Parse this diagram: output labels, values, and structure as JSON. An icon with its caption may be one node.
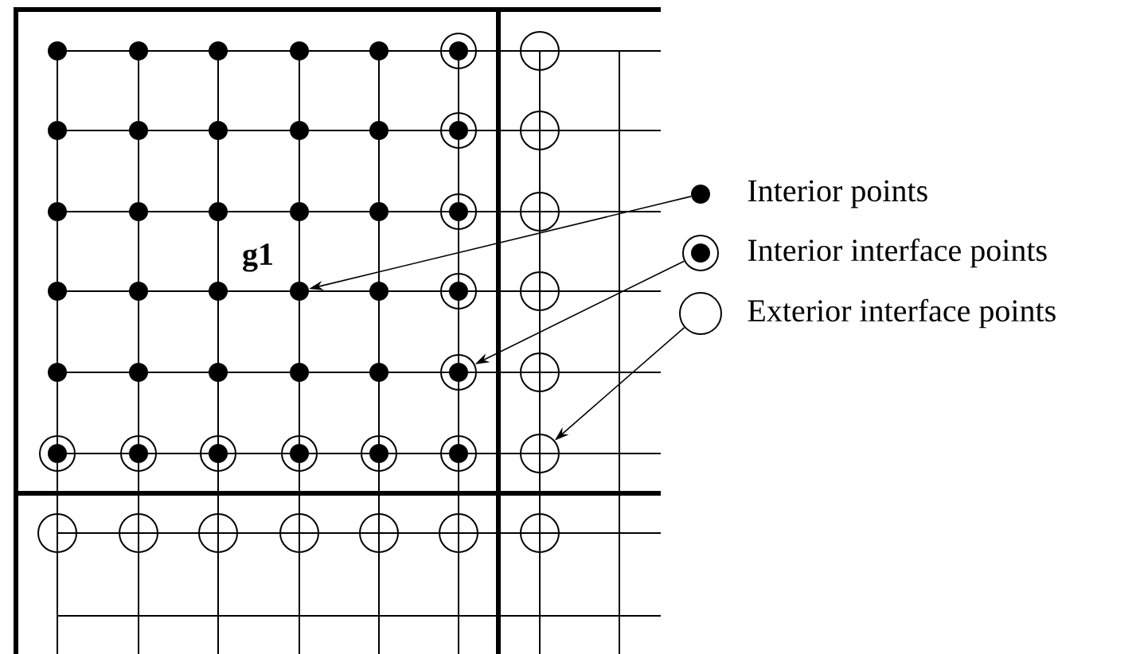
{
  "diagram": {
    "nodes": [
      {
        "text": [],
        "shape": "circle"
      },
      {
        "text": [],
        "shape": "circle"
      },
      {
        "text": [],
        "shape": "circle"
      },
      {
        "text": [],
        "shape": "circle"
      },
      {
        "text": [],
        "shape": "circle"
      },
      {
        "text": [],
        "shape": "circle"
      },
      {
        "text": [],
        "shape": "circle"
      },
      {
        "text": [],
        "shape": "circle"
      },
      {
        "text": [],
        "shape": "circle"
      },
      {
        "text": [],
        "shape": "circle"
      },
      {
        "text": [],
        "shape": "circle"
      },
      {
        "text": [],
        "shape": "circle"
      },
      {
        "text": [],
        "shape": "circle"
      },
      {
        "text": [],
        "shape": "circle"
      },
      {
        "text": [],
        "shape": "circle"
      },
      {
        "text": [],
        "shape": "circle"
      },
      {
        "text": [],
        "shape": "circle"
      },
      {
        "text": [],
        "shape": "circle"
      },
      {
        "text": [],
        "shape": "circle"
      },
      {
        "text": [],
        "shape": "circle"
      },
      {
        "text": [],
        "shape": "circle"
      },
      {
        "text": [],
        "shape": "circle"
      },
      {
        "text": [],
        "shape": "circle"
      },
      {
        "text": [],
        "shape": "circle"
      },
      {
        "text": [],
        "shape": "circle"
      },
      {
        "text": [],
        "shape": "circle"
      },
      {
        "text": [],
        "shape": "circle"
      },
      {
        "text": [],
        "shape": "circle"
      },
      {
        "text": [],
        "shape": "circle"
      },
      {
        "text": [],
        "shape": "circle"
      },
      {
        "text": [],
        "shape": "circle"
      },
      {
        "text": [],
        "shape": "circle"
      },
      {
        "text": [],
        "shape": "circle"
      },
      {
        "text": [],
        "shape": "circle"
      },
      {
        "text": [],
        "shape": "circle"
      },
      {
        "text": [],
        "shape": "circle"
      },
      {
        "text": [],
        "shape": "circle"
      },
      {
        "text": [],
        "shape": "circle"
      },
      {
        "text": [],
        "shape": "circle"
      },
      {
        "text": [],
        "shape": "circle"
      },
      {
        "text": [],
        "shape": "circle"
      },
      {
        "text": [],
        "shape": "circle"
      },
      {
        "text": [],
        "shape": "circle"
      },
      {
        "text": [],
        "shape": "circle"
      },
      {
        "text": [],
        "shape": "circle"
      },
      {
        "text": [],
        "shape": "circle"
      },
      {
        "text": [],
        "shape": "circle"
      },
      {
        "text": [],
        "shape": "circle"
      },
      {
        "text": [],
        "shape": "circle"
      },
      {
        "text": [],
        "shape": "circle",
        "beside": [
          "Interior points"
        ]
      },
      {
        "text": [],
        "shape": "circle",
        "beside": [
          "Interior interface points"
        ]
      },
      {
        "text": [],
        "shape": "circle",
        "beside": [
          "Exterior interface points"
        ]
      }
    ],
    "edges": [
      {
        "from": 49,
        "to": 24,
        "arrow": "to"
      },
      {
        "from": 50,
        "to": 33,
        "arrow": "to"
      },
      {
        "from": 51,
        "to": 41,
        "arrow": "to"
      }
    ],
    "labels": [
      "g1"
    ]
  }
}
